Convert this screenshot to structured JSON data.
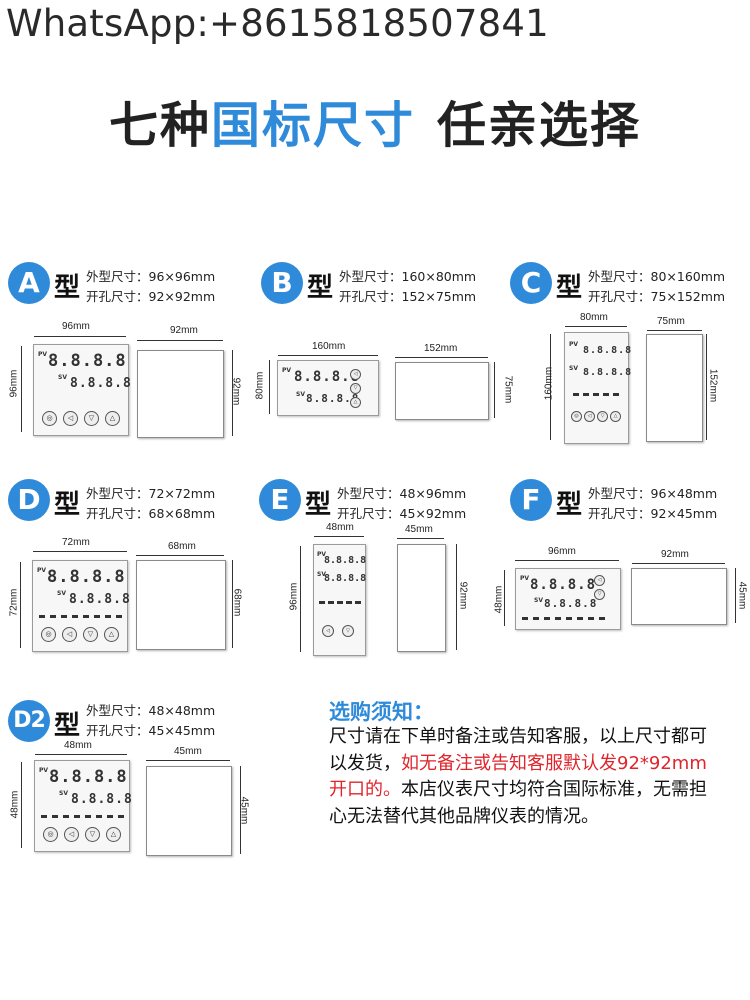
{
  "watermark": "WhatsApp:+8615818507841",
  "headline": {
    "part1": "七种",
    "part2": "国标尺寸",
    "part3": "任亲选择"
  },
  "models": [
    {
      "letter": "A",
      "suffix": "型",
      "outer": "外型尺寸：96×96mm",
      "cutout": "开孔尺寸：92×92mm",
      "dev_w": "96mm",
      "dev_h": "96mm",
      "cut_w": "92mm",
      "cut_h": "92mm"
    },
    {
      "letter": "B",
      "suffix": "型",
      "outer": "外型尺寸：160×80mm",
      "cutout": "开孔尺寸：152×75mm",
      "dev_w": "160mm",
      "dev_h": "80mm",
      "cut_w": "152mm",
      "cut_h": "75mm"
    },
    {
      "letter": "C",
      "suffix": "型",
      "outer": "外型尺寸：80×160mm",
      "cutout": "开孔尺寸：75×152mm",
      "dev_w": "80mm",
      "dev_h": "160mm",
      "cut_w": "75mm",
      "cut_h": "152mm"
    },
    {
      "letter": "D",
      "suffix": "型",
      "outer": "外型尺寸：72×72mm",
      "cutout": "开孔尺寸：68×68mm",
      "dev_w": "72mm",
      "dev_h": "72mm",
      "cut_w": "68mm",
      "cut_h": "68mm"
    },
    {
      "letter": "E",
      "suffix": "型",
      "outer": "外型尺寸：48×96mm",
      "cutout": "开孔尺寸：45×92mm",
      "dev_w": "48mm",
      "dev_h": "96mm",
      "cut_w": "45mm",
      "cut_h": "92mm"
    },
    {
      "letter": "F",
      "suffix": "型",
      "outer": "外型尺寸：96×48mm",
      "cutout": "开孔尺寸：92×45mm",
      "dev_w": "96mm",
      "dev_h": "48mm",
      "cut_w": "92mm",
      "cut_h": "45mm"
    },
    {
      "letter": "D2",
      "suffix": "型",
      "outer": "外型尺寸：48×48mm",
      "cutout": "开孔尺寸：45×45mm",
      "dev_w": "48mm",
      "dev_h": "48mm",
      "cut_w": "45mm",
      "cut_h": "45mm"
    }
  ],
  "device": {
    "pv": "PV",
    "sv": "SV",
    "digits_pv": "8.8.8.8",
    "digits_sv": "8.8.8.8"
  },
  "notice": {
    "title": "选购须知：",
    "text1": "尺寸请在下单时备注或告知客服，以上尺寸都可以发货，",
    "red": "如无备注或告知客服默认发92*92mm开口的。",
    "text2": "本店仪表尺寸均符合国际标准，无需担心无法替代其他品牌仪表的情况。"
  },
  "colors": {
    "accent": "#2f8bd9",
    "highlight": "#e0242b"
  }
}
